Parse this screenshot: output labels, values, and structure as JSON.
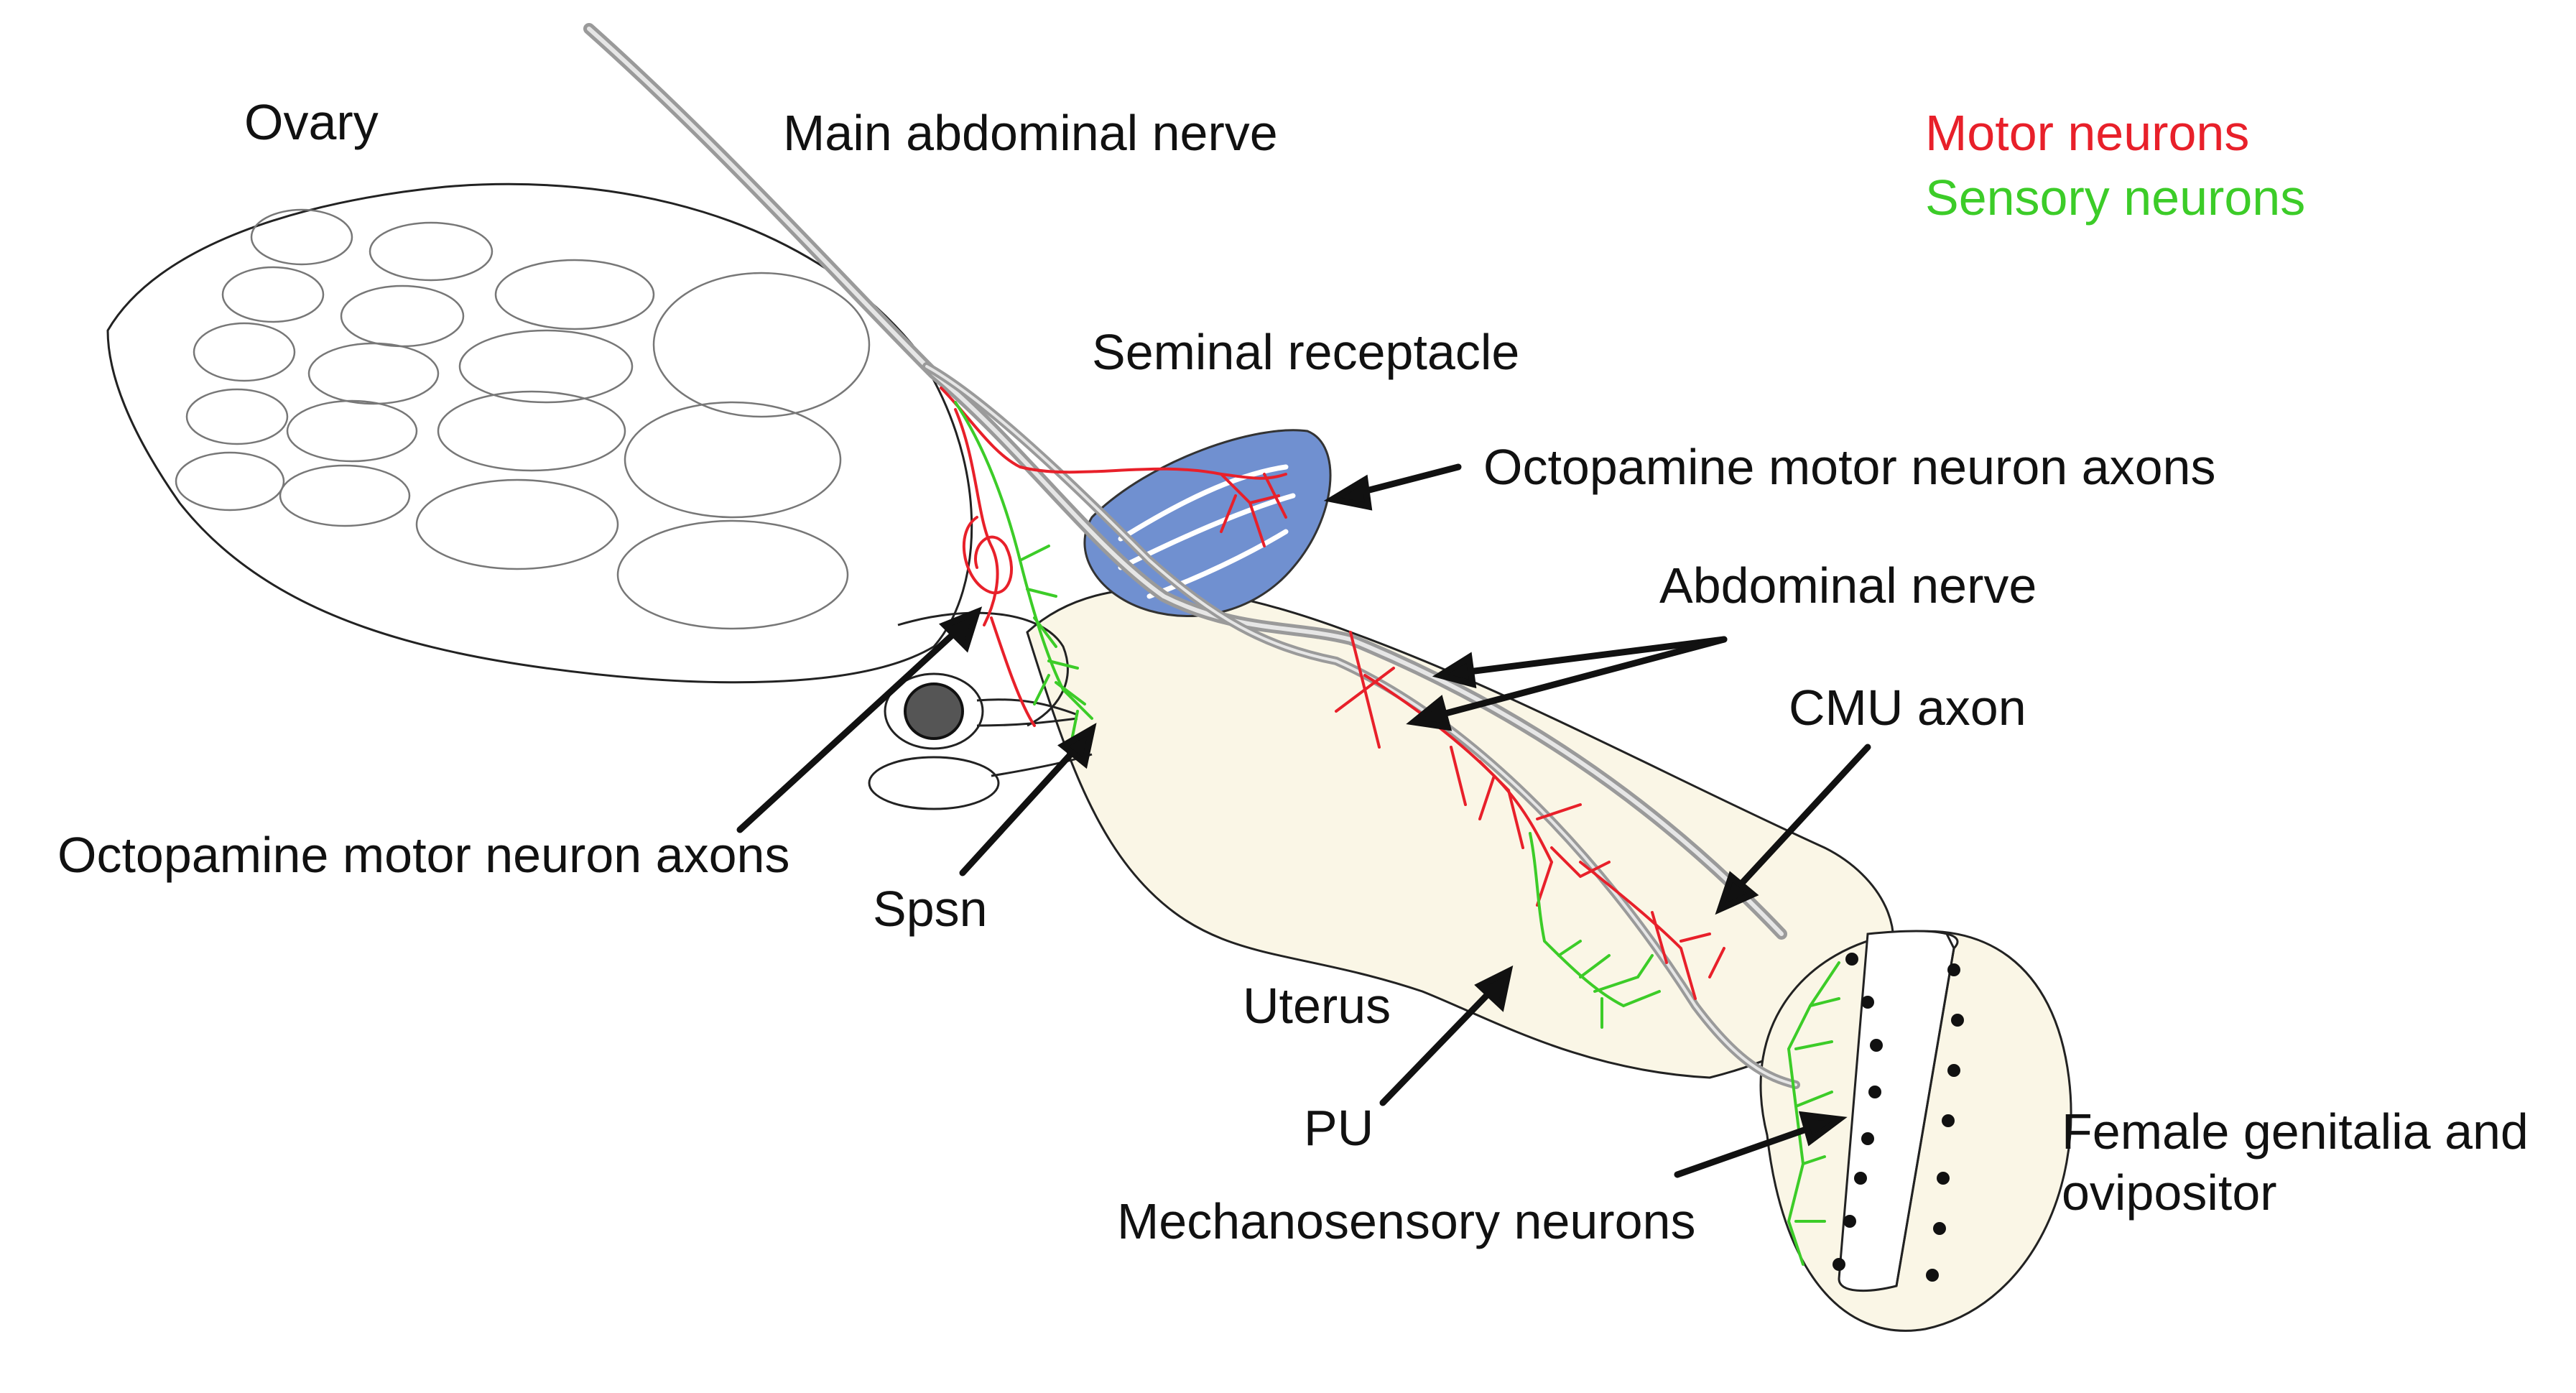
{
  "labels": {
    "ovary": "Ovary",
    "main_abdominal_nerve": "Main abdominal nerve",
    "seminal_receptacle": "Seminal receptacle",
    "octopamine_right": "Octopamine motor neuron axons",
    "abdominal_nerve": "Abdominal nerve",
    "cmu_axon": "CMU axon",
    "octopamine_left": "Octopamine motor neuron axons",
    "spsn": "Spsn",
    "uterus": "Uterus",
    "pu": "PU",
    "mechanosensory": "Mechanosensory neurons",
    "female_genitalia_line1": "Female genitalia and",
    "female_genitalia_line2": "ovipositor"
  },
  "legend": {
    "motor": "Motor neurons",
    "sensory": "Sensory neurons"
  },
  "colors": {
    "motor": "#e8202a",
    "sensory": "#3ccc28",
    "seminal_receptacle": "#7090d0",
    "tissue": "#faf6e6",
    "nerve": "#9a9a9a"
  }
}
